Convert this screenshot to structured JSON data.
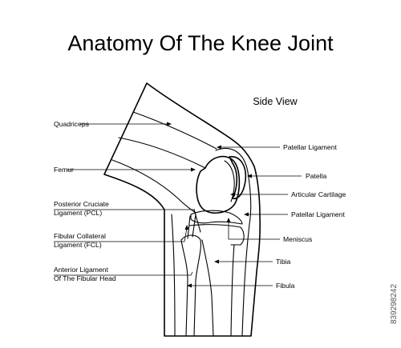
{
  "title": "Anatomy Of  The Knee Joint",
  "subtitle": "Side View",
  "labels": {
    "quadriceps": "Quadriceps",
    "femur": "Femur",
    "pcl_1": "Posterior Cruciate",
    "pcl_2": "Ligament (PCL)",
    "fcl_1": "Fibular Collateral",
    "fcl_2": "Ligament (FCL)",
    "ant_lig_1": "Anterior Ligament",
    "ant_lig_2": "Of The Fibular Head",
    "patellar_ligament_top": "Patellar Ligament",
    "patella": "Patella",
    "articular_cartilage": "Articular Cartilage",
    "patellar_ligament_bottom": "Patellar Ligament",
    "meniscus": "Meniscus",
    "tibia": "Tibia",
    "fibula": "Fibula"
  },
  "watermark": "839298242",
  "colors": {
    "line": "#000000",
    "background": "#ffffff"
  }
}
